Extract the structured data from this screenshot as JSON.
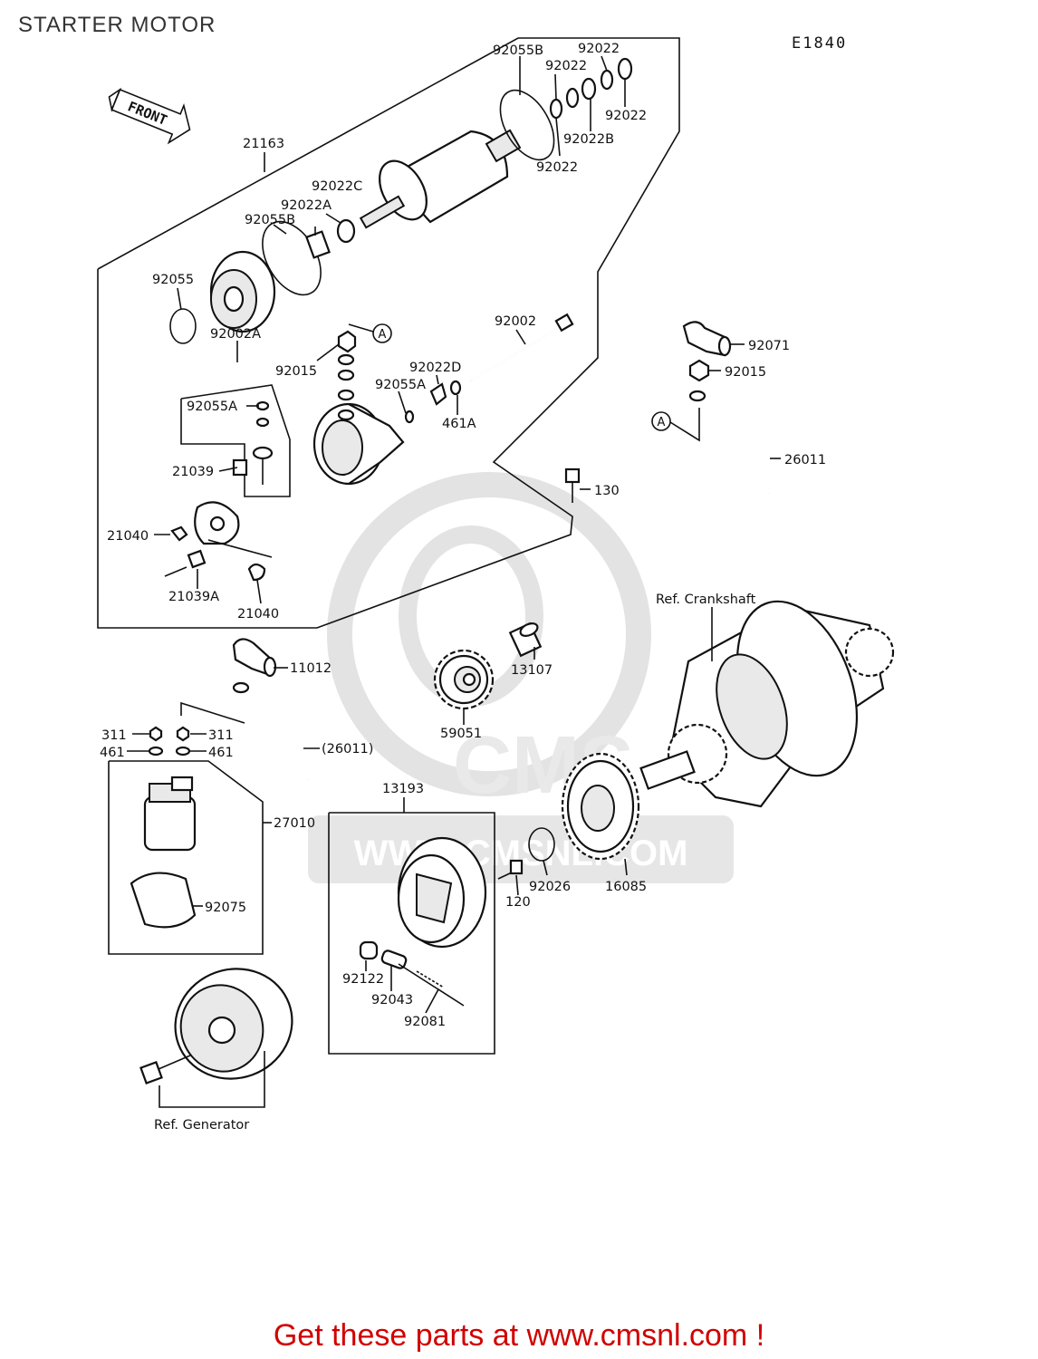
{
  "header": {
    "title": "STARTER MOTOR",
    "diagram_id": "E1840"
  },
  "front_badge": "FRONT",
  "callout_marker": "A",
  "watermark": {
    "brand": "CMS",
    "url": "WWW.CMSNL.COM"
  },
  "labels": {
    "p21163": "21163",
    "p92055B_top": "92055B",
    "p92022_a": "92022",
    "p92022_b": "92022",
    "p92022_c": "92022",
    "p92022_d": "92022",
    "p92022B": "92022B",
    "p92022C": "92022C",
    "p92022A": "92022A",
    "p92055B_mid": "92055B",
    "p92055": "92055",
    "p92002A": "92002A",
    "p92002": "92002",
    "p92015_left": "92015",
    "p92022D": "92022D",
    "p92055A_mid": "92055A",
    "p461A": "461A",
    "p92055A_left": "92055A",
    "p21039": "21039",
    "p21040_left": "21040",
    "p21039A": "21039A",
    "p21040_bottom": "21040",
    "p130": "130",
    "p92071": "92071",
    "p92015_right": "92015",
    "p26011": "26011",
    "ref_crankshaft": "Ref. Crankshaft",
    "p13107": "13107",
    "p11012": "11012",
    "p311_left": "311",
    "p311_right": "311",
    "p461_left": "461",
    "p461_right": "461",
    "p26011_paren": "(26011)",
    "p59051": "59051",
    "p27010": "27010",
    "p92075": "92075",
    "p13193": "13193",
    "p120": "120",
    "p92026": "92026",
    "p16085": "16085",
    "p92122": "92122",
    "p92043": "92043",
    "p92081": "92081",
    "ref_generator": "Ref. Generator"
  },
  "footer": {
    "promo": "Get these parts at www.cmsnl.com !"
  },
  "colors": {
    "promo": "#d10000",
    "line": "#111111",
    "watermark": "#e6e6e6"
  }
}
